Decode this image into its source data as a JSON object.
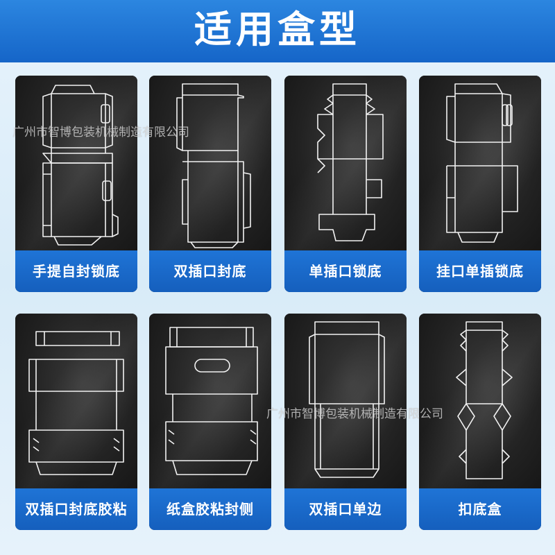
{
  "header": {
    "title": "适用盒型"
  },
  "watermark": "广州市智博包装机械制造有限公司",
  "cards": [
    {
      "label": "手提自封锁底",
      "icon": "handle-lock-bottom-box-diagram"
    },
    {
      "label": "双插口封底",
      "icon": "double-tuck-sealed-bottom-box-diagram"
    },
    {
      "label": "单插口锁底",
      "icon": "single-tuck-lock-bottom-box-diagram"
    },
    {
      "label": "挂口单插锁底",
      "icon": "hanger-single-tuck-lock-bottom-box-diagram"
    },
    {
      "label": "双插口封底胶粘",
      "icon": "double-tuck-glued-bottom-box-diagram"
    },
    {
      "label": "纸盒胶粘封侧",
      "icon": "glued-side-seal-box-diagram"
    },
    {
      "label": "双插口单边",
      "icon": "double-tuck-single-side-box-diagram"
    },
    {
      "label": "扣底盒",
      "icon": "snap-lock-bottom-box-diagram"
    }
  ]
}
